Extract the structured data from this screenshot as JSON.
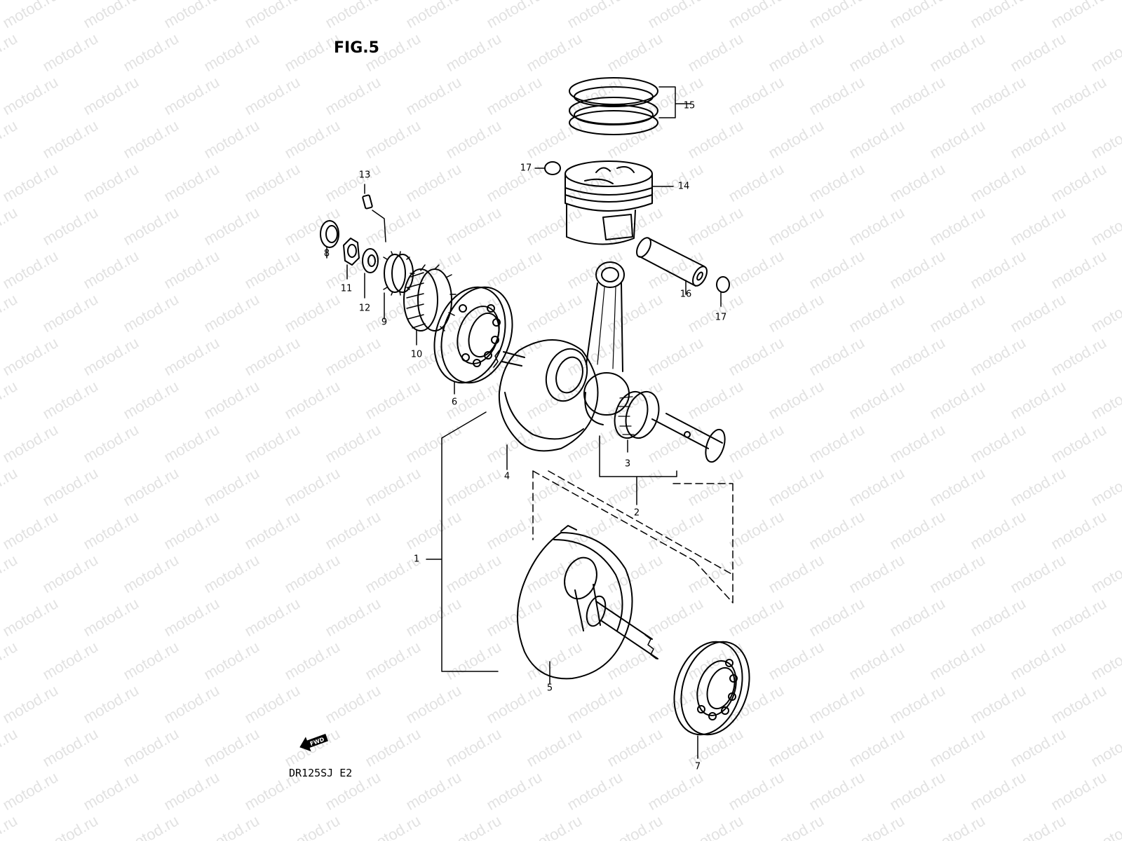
{
  "figure": {
    "title": "FIG.5",
    "model": "DR125SJ  E2",
    "watermark": "motod.ru",
    "fwd_label": "FWD"
  },
  "callouts": {
    "c1": "1",
    "c2": "2",
    "c3": "3",
    "c4": "4",
    "c5": "5",
    "c6": "6",
    "c7": "7",
    "c8": "8",
    "c9": "9",
    "c10": "10",
    "c11": "11",
    "c12": "12",
    "c13": "13",
    "c14": "14",
    "c15": "15",
    "c16": "16",
    "c17a": "17",
    "c17b": "17"
  },
  "icons": {
    "fwd_arrow": "fwd-arrow-icon"
  }
}
